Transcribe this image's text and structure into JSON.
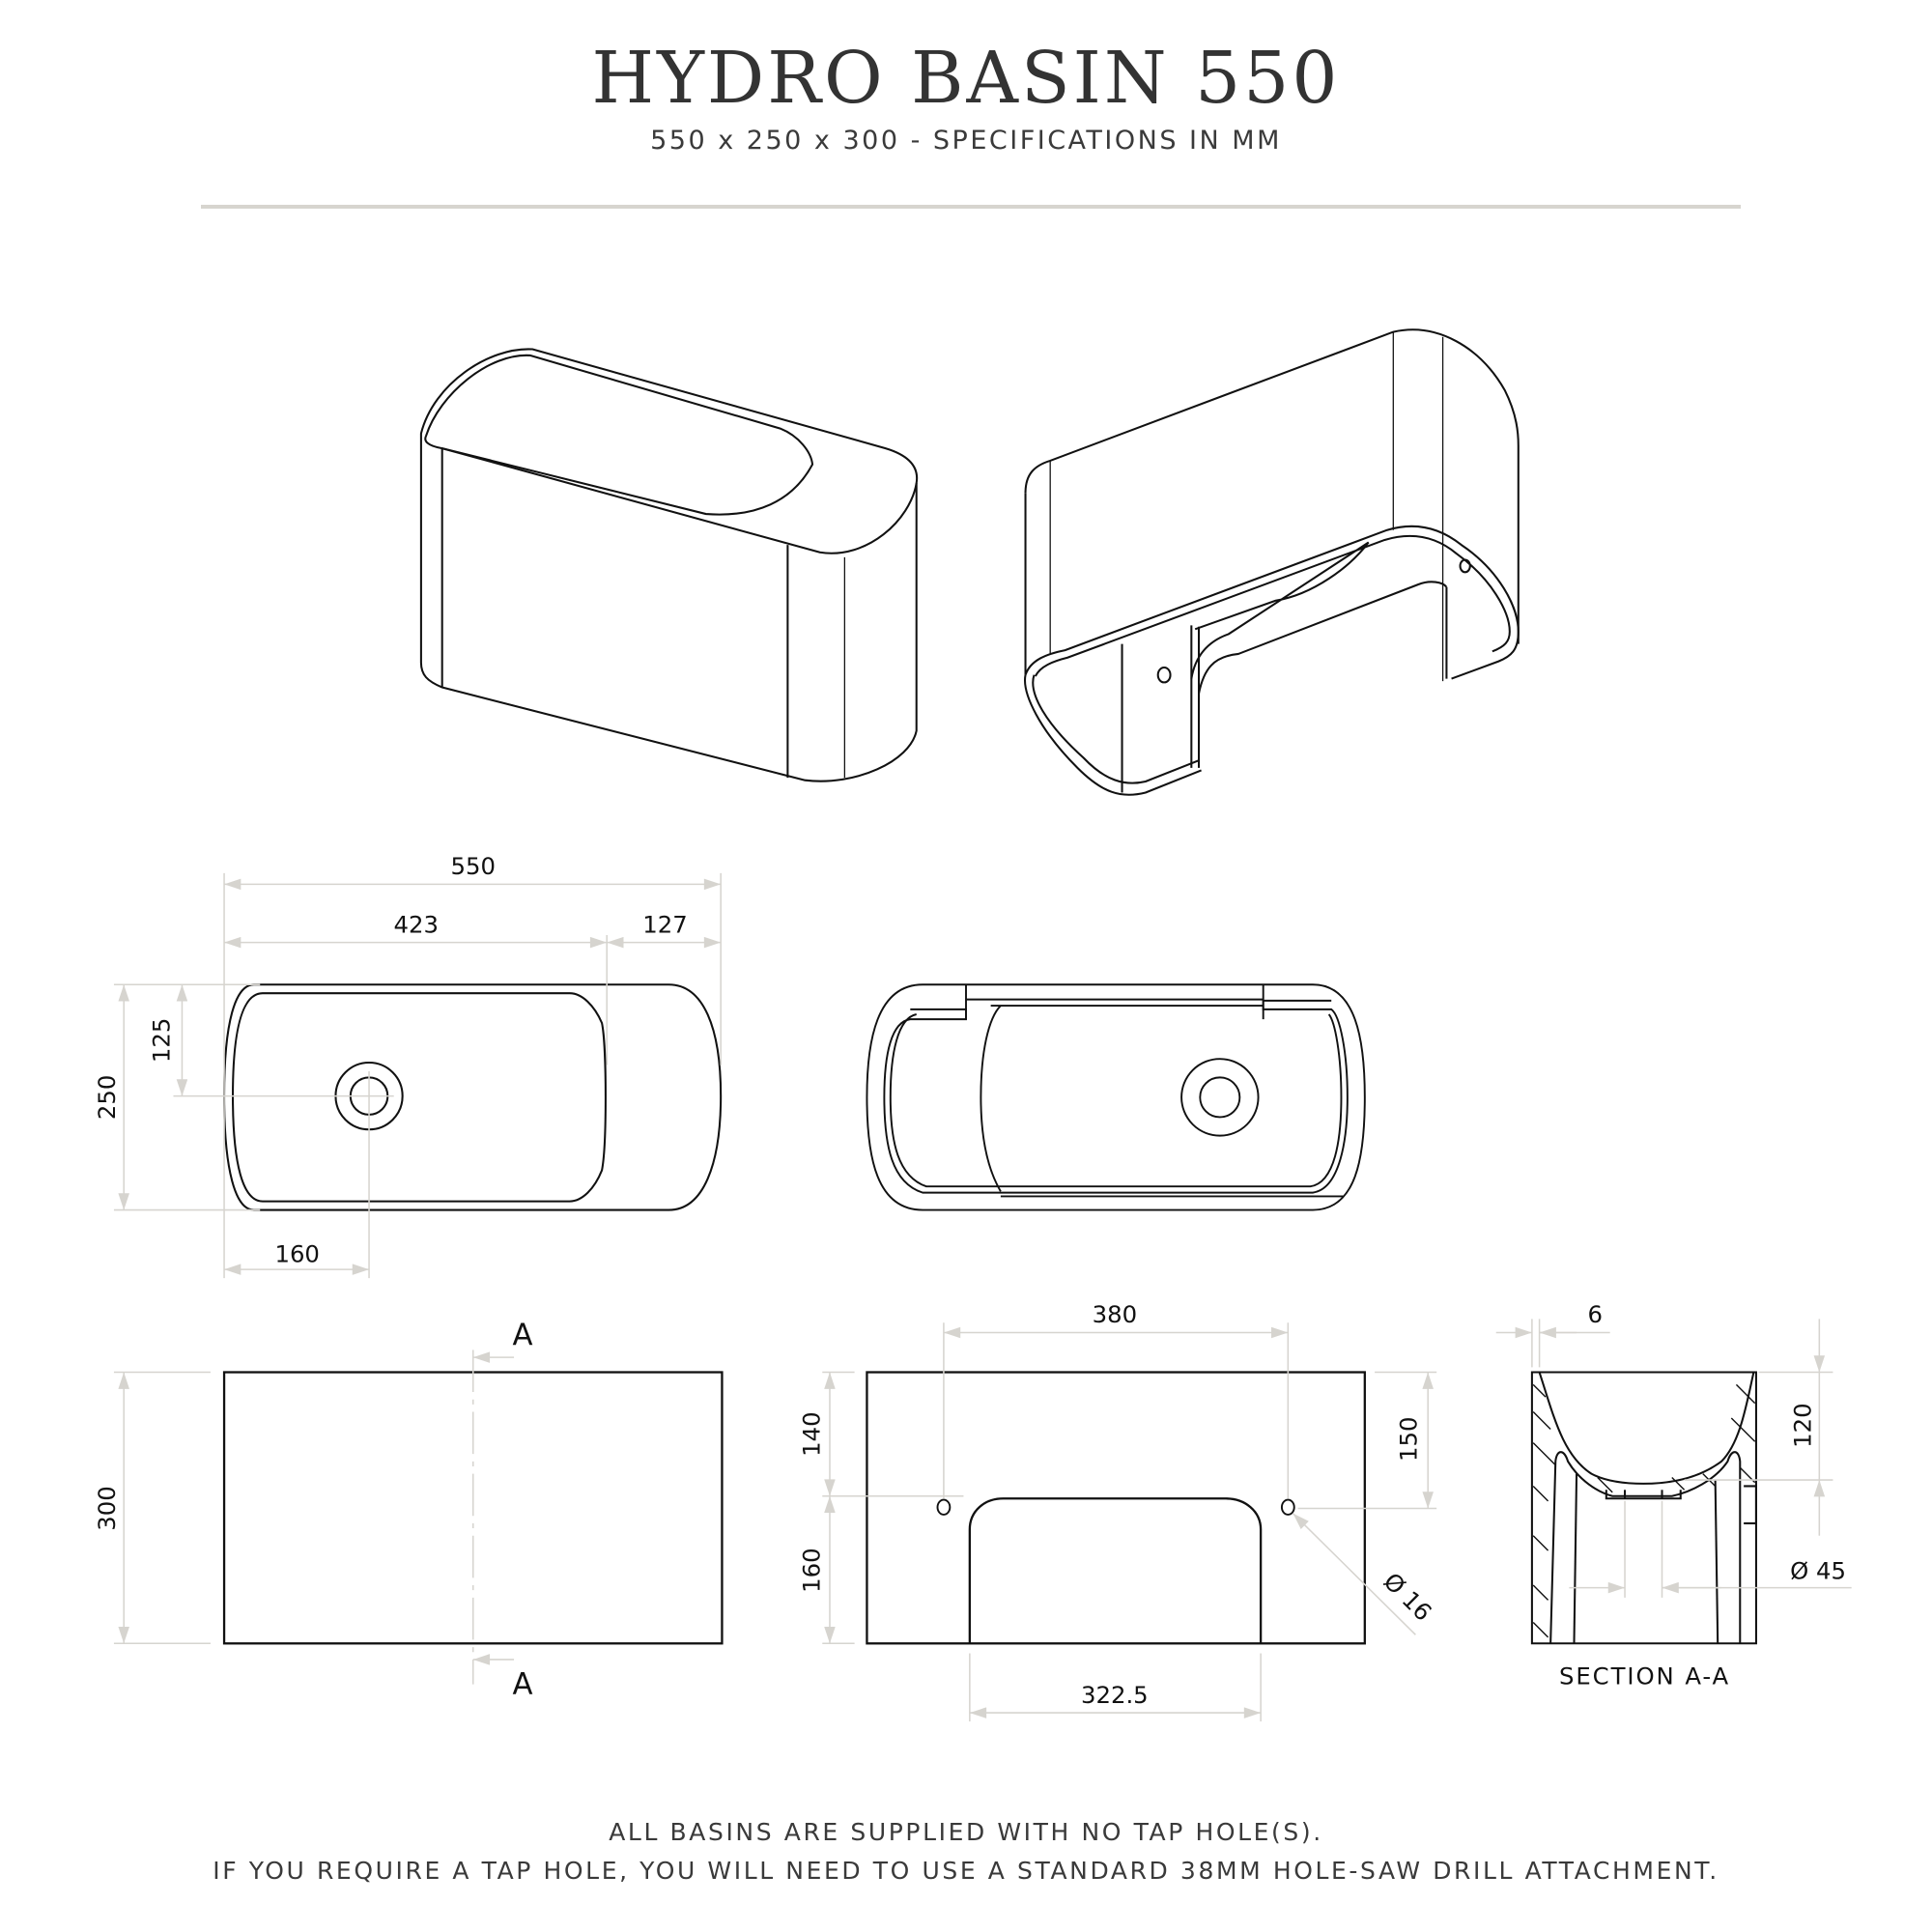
{
  "header": {
    "title": "HYDRO BASIN 550",
    "subtitle": "550 x 250 x 300  -  SPECIFICATIONS IN MM"
  },
  "colors": {
    "outline": "#111111",
    "dimension_lines": "#d6d4cf",
    "divider": "#d7d5cf",
    "text": "#333333"
  },
  "views": {
    "iso_top": {
      "label": "isometric-top-view"
    },
    "iso_bottom": {
      "label": "isometric-underside-view"
    },
    "plan_top": {
      "dims": {
        "overall_width": "550",
        "basin_width": "423",
        "deck_width": "127",
        "depth": "250",
        "drain_offset_y": "125",
        "drain_offset_x": "160"
      }
    },
    "plan_bottom": {
      "label": "underside-plan-view"
    },
    "side": {
      "dims": {
        "height": "300"
      },
      "section_marker_top": "A",
      "section_marker_bottom": "A"
    },
    "front": {
      "dims": {
        "hole_spacing": "380",
        "hole_from_top_left": "140",
        "hole_from_bottom_left": "160",
        "hole_from_top_right": "150",
        "cutout_width": "322.5",
        "hole_diameter": "Ø 16"
      }
    },
    "section": {
      "caption": "SECTION A-A",
      "dims": {
        "wall_thickness": "6",
        "bowl_depth": "120",
        "waste_diameter": "Ø 45"
      }
    }
  },
  "footer": {
    "line1": "ALL BASINS ARE SUPPLIED WITH NO TAP HOLE(S).",
    "line2": "IF YOU REQUIRE A TAP HOLE, YOU WILL NEED TO USE A STANDARD 38MM HOLE-SAW DRILL ATTACHMENT."
  }
}
